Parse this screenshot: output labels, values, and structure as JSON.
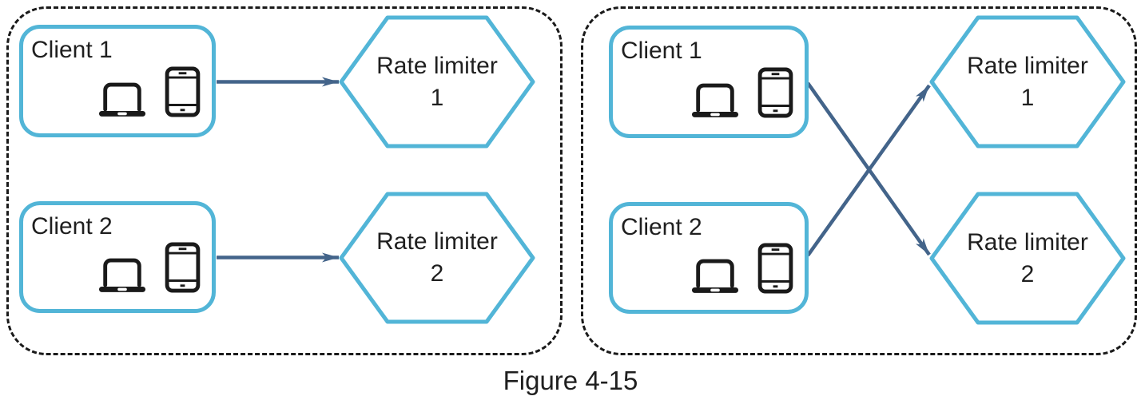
{
  "caption": "Figure 4-15",
  "colors": {
    "accent": "#52b5d7",
    "arrow": "#43648a",
    "outline": "#1a1a1a",
    "text": "#1f1f1f",
    "background": "#ffffff"
  },
  "panels": {
    "left": {
      "clients": [
        {
          "label": "Client 1"
        },
        {
          "label": "Client 2"
        }
      ],
      "rate_limiters": [
        {
          "name": "Rate limiter",
          "number": "1"
        },
        {
          "name": "Rate limiter",
          "number": "2"
        }
      ],
      "connections": [
        {
          "from": "Client 1",
          "to": "Rate limiter 1"
        },
        {
          "from": "Client 2",
          "to": "Rate limiter 2"
        }
      ]
    },
    "right": {
      "clients": [
        {
          "label": "Client 1"
        },
        {
          "label": "Client 2"
        }
      ],
      "rate_limiters": [
        {
          "name": "Rate limiter",
          "number": "1"
        },
        {
          "name": "Rate limiter",
          "number": "2"
        }
      ],
      "connections": [
        {
          "from": "Client 1",
          "to": "Rate limiter 2"
        },
        {
          "from": "Client 2",
          "to": "Rate limiter 1"
        }
      ]
    }
  },
  "icons": {
    "laptop": "laptop-icon",
    "smartphone": "smartphone-icon"
  }
}
